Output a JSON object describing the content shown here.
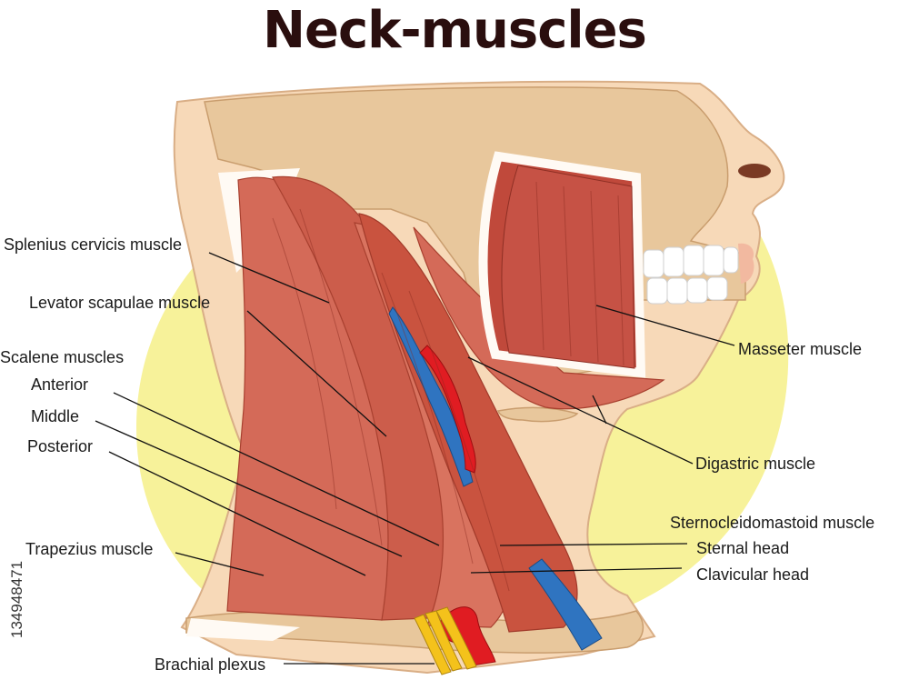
{
  "title": "Neck-muscles",
  "colors": {
    "skin": "#f7d9b8",
    "bone": "#e8c79c",
    "muscle": "#d46a58",
    "muscle_dark": "#b8483a",
    "vein": "#2f74c0",
    "artery": "#e01c22",
    "nerve": "#f4c21b",
    "backdrop": "#f7f29a"
  },
  "labels": {
    "splenius": "Splenius cervicis muscle",
    "levator": "Levator scapulae muscle",
    "scalene": "Scalene muscles",
    "anterior": "Anterior",
    "middle": "Middle",
    "posterior": "Posterior",
    "trapezius": "Trapezius muscle",
    "brachial": "Brachial plexus",
    "masseter": "Masseter muscle",
    "digastric": "Digastric muscle",
    "scm": "Sternocleidomastoid muscle",
    "sternal": "Sternal head",
    "clavicular": "Clavicular head"
  },
  "stock_id": "134948471"
}
